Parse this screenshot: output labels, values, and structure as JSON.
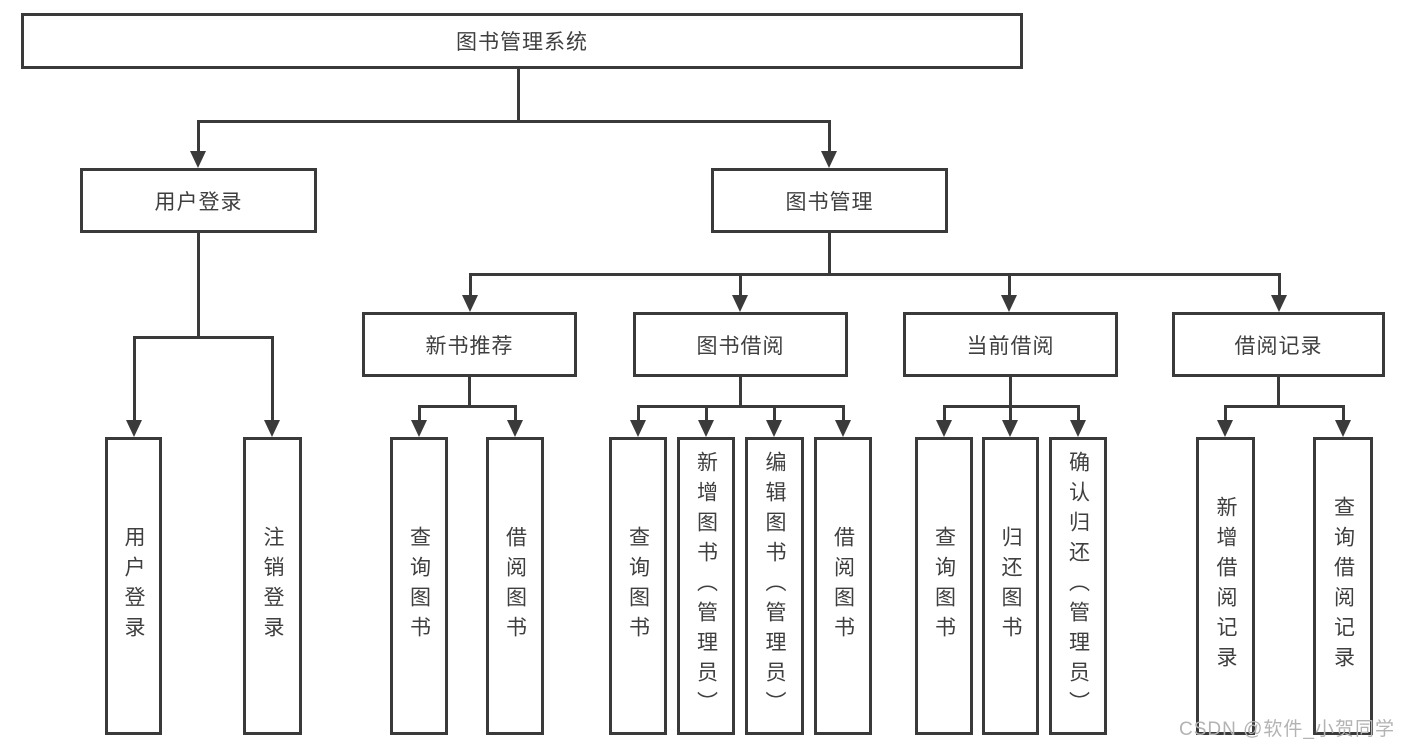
{
  "diagram": {
    "title": "图书管理系统",
    "level2": {
      "login": "用户登录",
      "manage": "图书管理"
    },
    "level3": {
      "recommend": "新书推荐",
      "borrow": "图书借阅",
      "current": "当前借阅",
      "records": "借阅记录"
    },
    "leaves": {
      "login": [
        "用户登录",
        "注销登录"
      ],
      "recommend": [
        "查询图书",
        "借阅图书"
      ],
      "borrow": [
        "查询图书",
        "新增图书（管理员）",
        "编辑图书（管理员）",
        "借阅图书"
      ],
      "current": [
        "查询图书",
        "归还图书",
        "确认归还（管理员）"
      ],
      "records": [
        "新增借阅记录",
        "查询借阅记录"
      ]
    },
    "hierarchy": {
      "图书管理系统": {
        "用户登录": [
          "用户登录",
          "注销登录"
        ],
        "图书管理": {
          "新书推荐": [
            "查询图书",
            "借阅图书"
          ],
          "图书借阅": [
            "查询图书",
            "新增图书（管理员）",
            "编辑图书（管理员）",
            "借阅图书"
          ],
          "当前借阅": [
            "查询图书",
            "归还图书",
            "确认归还（管理员）"
          ],
          "借阅记录": [
            "新增借阅记录",
            "查询借阅记录"
          ]
        }
      }
    }
  },
  "watermark": {
    "text": "CSDN @软件_小贺同学",
    "color": "#b3b3b3"
  },
  "colors": {
    "line": "#3a3a3a",
    "text": "#3f3f3f",
    "background": "#ffffff"
  }
}
